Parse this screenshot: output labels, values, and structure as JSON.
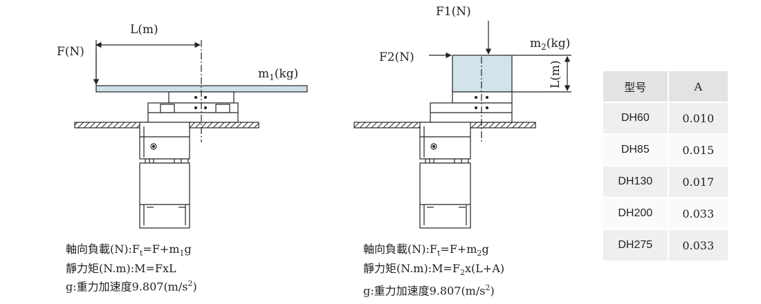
{
  "left_diagram": {
    "force_label": "F(N)",
    "length_label": "L(m)",
    "mass_label_prefix": "m",
    "mass_label_sub": "1",
    "mass_label_suffix": "(kg)"
  },
  "right_diagram": {
    "f1_label": "F1(N)",
    "f2_label": "F2(N)",
    "mass_label_prefix": "m",
    "mass_label_sub": "2",
    "mass_label_suffix": "(kg)",
    "length_label": "L(m)"
  },
  "left_formulas": {
    "axial_prefix": "軸向負載(N):F",
    "axial_sub1": "t",
    "axial_mid": "=F+m",
    "axial_sub2": "1",
    "axial_suffix": "g",
    "moment": "靜力矩(N.m):M=FxL",
    "g_prefix": "g:重力加速度9.807(m/s",
    "g_sup": "2",
    "g_suffix": ")"
  },
  "right_formulas": {
    "axial_prefix": "軸向負載(N):F",
    "axial_sub1": "t",
    "axial_mid": "=F+m",
    "axial_sub2": "2",
    "axial_suffix": "g",
    "moment_prefix": "靜力矩(N.m):M=F",
    "moment_sub": "2",
    "moment_suffix": "x(L+A)",
    "g_prefix": "g:重力加速度9.807(m/s",
    "g_sup": "2",
    "g_suffix": ")"
  },
  "spec_table": {
    "headers": [
      "型号",
      "A"
    ],
    "rows": [
      [
        "DH60",
        "0.010"
      ],
      [
        "DH85",
        "0.015"
      ],
      [
        "DH130",
        "0.017"
      ],
      [
        "DH200",
        "0.033"
      ],
      [
        "DH275",
        "0.033"
      ]
    ]
  },
  "colors": {
    "plate_fill": "#cfe0ea",
    "load_block_fill": "#d2e3ec",
    "line": "#222222",
    "table_header": "#e3e3e3"
  }
}
